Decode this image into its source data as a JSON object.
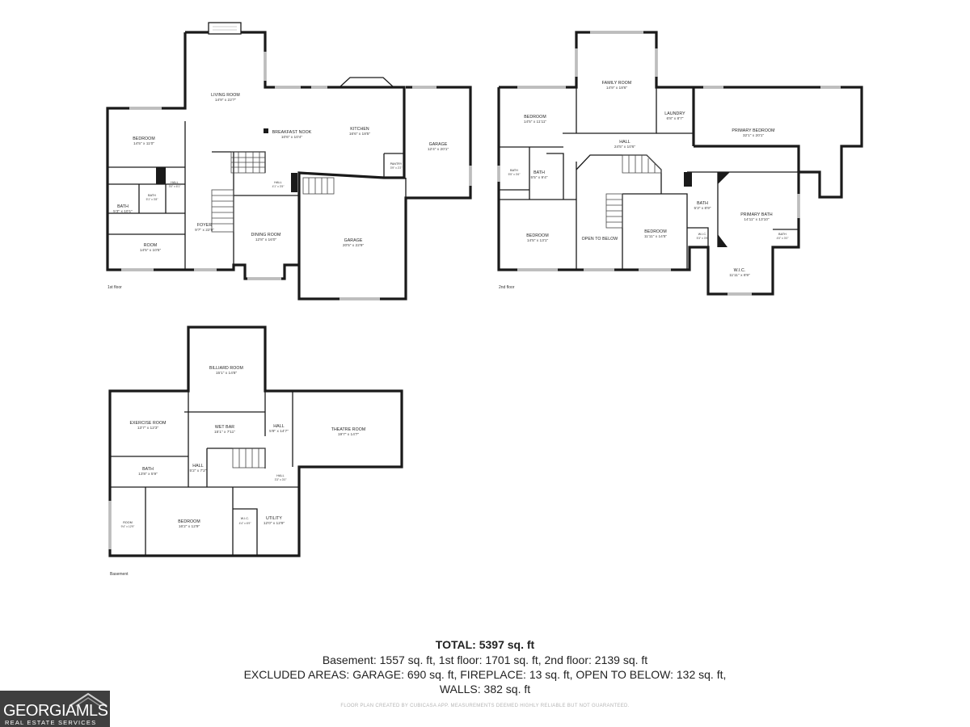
{
  "floors": {
    "first": {
      "label": "1st floor",
      "rooms": {
        "living_room": {
          "name": "LIVING ROOM",
          "dim": "14'9\" x 22'7\""
        },
        "breakfast_nook": {
          "name": "BREAKFAST NOOK",
          "dim": "10'6\" x 10'4\""
        },
        "kitchen": {
          "name": "KITCHEN",
          "dim": "16'6\" x 18'5\""
        },
        "bedroom": {
          "name": "BEDROOM",
          "dim": "14'5\" x 11'0\""
        },
        "garage_small": {
          "name": "GARAGE",
          "dim": "12'4\" x 20'1\""
        },
        "pantry": {
          "name": "PANTRY",
          "dim": "3'9\" x 2'2\""
        },
        "hall_a": {
          "name": "HALL",
          "dim": "3'0\" x 6'1\""
        },
        "bath": {
          "name": "BATH",
          "dim": "5'1\" x 3'8\""
        },
        "bath_b": {
          "name": "BATH",
          "dim": "5'3\" x 10'1\""
        },
        "hall_b": {
          "name": "HALL",
          "dim": "4'1\" x 3'5\""
        },
        "foyer": {
          "name": "FOYER",
          "dim": "9'7\" x 22'9\""
        },
        "dining_room": {
          "name": "DINING ROOM",
          "dim": "12'8\" x 16'0\""
        },
        "room": {
          "name": "ROOM",
          "dim": "14'5\" x 10'5\""
        },
        "garage_large": {
          "name": "GARAGE",
          "dim": "20'5\" x 22'9\""
        }
      }
    },
    "second": {
      "label": "2nd floor",
      "rooms": {
        "family_room": {
          "name": "FAMILY ROOM",
          "dim": "14'9\" x 18'6\""
        },
        "bedroom_a": {
          "name": "BEDROOM",
          "dim": "14'5\" x 11'11\""
        },
        "laundry": {
          "name": "LAUNDRY",
          "dim": "6'8\" x 8'7\""
        },
        "primary_bedroom": {
          "name": "PRIMARY BEDROOM",
          "dim": "32'1\" x 20'1\""
        },
        "hall": {
          "name": "HALL",
          "dim": "24'5\" x 10'6\""
        },
        "bath_a": {
          "name": "BATH",
          "dim": "5'5\" x 3'6\""
        },
        "bath_b": {
          "name": "BATH",
          "dim": "5'5\" x 9'4\""
        },
        "bath_c": {
          "name": "BATH",
          "dim": "5'3\" x 8'9\""
        },
        "primary_bath": {
          "name": "PRIMARY BATH",
          "dim": "14'11\" x 13'10\""
        },
        "bedroom_b": {
          "name": "BEDROOM",
          "dim": "14'5\" x 13'1\""
        },
        "open_to_below": {
          "name": "OPEN TO BELOW",
          "dim": ""
        },
        "bedroom_c": {
          "name": "BEDROOM",
          "dim": "11'11\" x 14'5\""
        },
        "wic_small": {
          "name": "W.I.C.",
          "dim": "5'3\" x 3'9\""
        },
        "bath_d": {
          "name": "BATH",
          "dim": "4'0\" x 3'0\""
        },
        "wic": {
          "name": "W.I.C.",
          "dim": "11'11\" x 8'9\""
        }
      }
    },
    "basement": {
      "label": "Basement",
      "rooms": {
        "billiard_room": {
          "name": "BILLIARD ROOM",
          "dim": "15'1\" x 14'8\""
        },
        "exercise_room": {
          "name": "EXERCISE ROOM",
          "dim": "13'7\" x 12'3\""
        },
        "wet_bar": {
          "name": "WET BAR",
          "dim": "15'1\" x 7'11\""
        },
        "hall_a": {
          "name": "HALL",
          "dim": "5'9\" x 14'7\""
        },
        "theatre_room": {
          "name": "THEATRE ROOM",
          "dim": "19'7\" x 14'7\""
        },
        "bath": {
          "name": "BATH",
          "dim": "13'8\" x 5'9\""
        },
        "hall_b": {
          "name": "HALL",
          "dim": "5'2\" x 7'2\""
        },
        "hall_c": {
          "name": "HALL",
          "dim": "3'3\" x 3'0\""
        },
        "room": {
          "name": "ROOM",
          "dim": "9'4\" x 12'9\""
        },
        "bedroom": {
          "name": "BEDROOM",
          "dim": "16'2\" x 12'9\""
        },
        "wic": {
          "name": "W.I.C.",
          "dim": "4'4\" x 6'9\""
        },
        "utility": {
          "name": "UTILITY",
          "dim": "12'0\" x 12'9\""
        }
      }
    }
  },
  "totals": {
    "total": "TOTAL: 5397 sq. ft",
    "line1": "Basement: 1557 sq. ft, 1st floor: 1701 sq. ft, 2nd floor: 2139 sq. ft",
    "line2": "EXCLUDED AREAS: GARAGE: 690 sq. ft, FIREPLACE: 13 sq. ft, OPEN TO BELOW: 132 sq. ft,",
    "line3": "WALLS: 382 sq. ft"
  },
  "credit": "FLOOR PLAN CREATED BY CUBICASA APP. MEASUREMENTS DEEMED HIGHLY RELIABLE BUT NOT GUARANTEED.",
  "logo": {
    "name": "GEORGIAMLS",
    "sub": "REAL ESTATE SERVICES",
    "background": "#3f3f3f"
  }
}
